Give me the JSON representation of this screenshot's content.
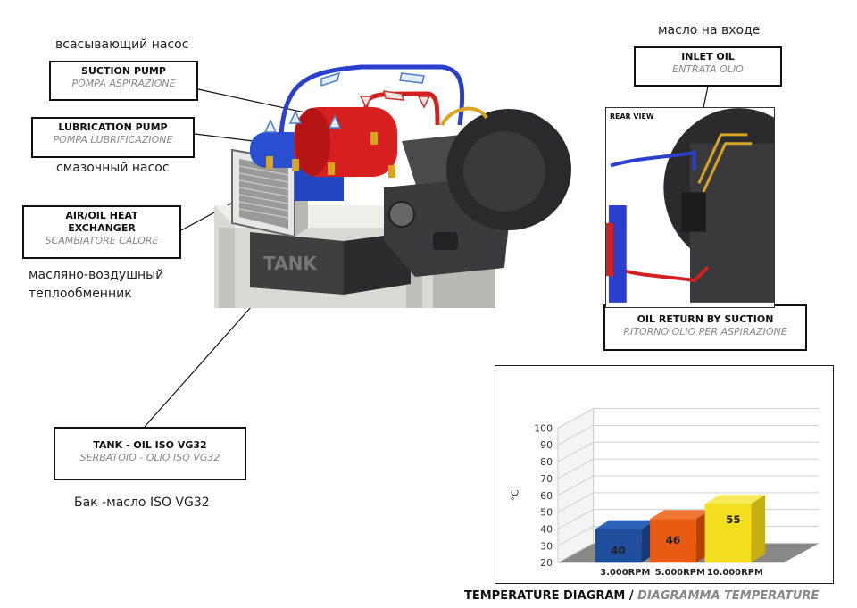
{
  "russian_labels": {
    "suction_pump": "всасывающий насос",
    "lubrication_pump": "смазочный насос",
    "heat_exchanger_line1": "масляно-воздушный",
    "heat_exchanger_line2": "теплообменник",
    "tank": "Бак -масло ISO  VG32",
    "inlet_oil": "масло на входе"
  },
  "callouts": {
    "suction_pump": {
      "en": "SUCTION PUMP",
      "it": "POMPA ASPIRAZIONE"
    },
    "lubrication_pump": {
      "en": "LUBRICATION PUMP",
      "it": "POMPA LUBRIFICAZIONE"
    },
    "heat_exchanger": {
      "en_line1": "AIR/OIL HEAT",
      "en_line2": "EXCHANGER",
      "it": "SCAMBIATORE CALORE"
    },
    "tank": {
      "en": "TANK - OIL ISO VG32",
      "it": "SERBATOIO - OLIO ISO VG32"
    },
    "inlet_oil": {
      "en": "INLET OIL",
      "it": "ENTRATA OLIO"
    },
    "oil_return": {
      "en": "OIL RETURN BY SUCTION",
      "it": "RITORNO OLIO PER ASPIRAZIONE"
    }
  },
  "machine": {
    "tank_stamp": "TANK"
  },
  "rear_view": {
    "title": "REAR VIEW"
  },
  "chart_caption": {
    "main": "TEMPERATURE DIAGRAM / ",
    "italic": "DIAGRAMMA TEMPERATURE"
  },
  "chart_data": {
    "type": "bar",
    "categories": [
      "3.000RPM",
      "5.000RPM",
      "10.000RPM"
    ],
    "values": [
      40,
      46,
      55
    ],
    "ylabel": "°C",
    "ylim": [
      20,
      100
    ],
    "yticks": [
      20,
      30,
      40,
      50,
      60,
      70,
      80,
      90,
      100
    ],
    "grid": true,
    "colors": [
      "#1f4e9c",
      "#e85a12",
      "#f3df1f"
    ],
    "side_colors": [
      "#163a75",
      "#b44308",
      "#c4b010"
    ],
    "top_colors": [
      "#2c62b8",
      "#f07636",
      "#f7ea5a"
    ]
  }
}
